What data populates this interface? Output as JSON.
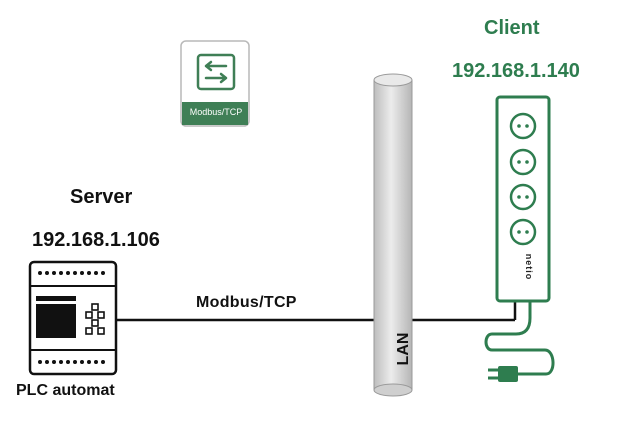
{
  "server": {
    "label": "Server",
    "ip": "192.168.1.106",
    "device": "PLC automat"
  },
  "client": {
    "label": "Client",
    "ip": "192.168.1.140",
    "device_brand": "netio"
  },
  "link": {
    "protocol": "Modbus/TCP",
    "network": "LAN"
  },
  "protocol_icon": {
    "caption": "Modbus/TCP",
    "icon": "arrows-exchange-icon"
  },
  "colors": {
    "accent_green": "#2e7d4f",
    "pipe_gray": "#d4d4d4"
  }
}
